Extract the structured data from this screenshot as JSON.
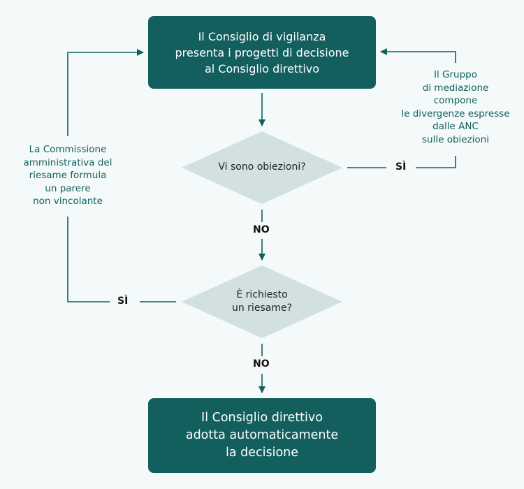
{
  "colors": {
    "background": "#f4f9fa",
    "box_fill": "#125f5d",
    "diamond_fill": "#d3e0e0",
    "line": "#125f5d",
    "note_text": "#125f5d"
  },
  "nodes": {
    "start": {
      "lines": [
        "Il Consiglio di vigilanza",
        "presenta i progetti di decisione",
        "al Consiglio direttivo"
      ]
    },
    "decision_objections": {
      "lines": [
        "Vi sono obiezioni?"
      ]
    },
    "decision_review": {
      "lines": [
        "È richiesto",
        "un riesame?"
      ]
    },
    "end": {
      "lines": [
        "Il Consiglio direttivo",
        "adotta automaticamente",
        "la decisione"
      ]
    }
  },
  "notes": {
    "mediation": {
      "lines": [
        "Il Gruppo",
        "di mediazione",
        "compone",
        "le divergenze espresse",
        "dalle ANC",
        "sulle obiezioni"
      ]
    },
    "review_board": {
      "lines": [
        "La Commissione",
        "amministrativa del",
        "riesame formula",
        "un parere",
        "non vincolante"
      ]
    }
  },
  "edge_labels": {
    "objections_yes": "SÌ",
    "objections_no": "NO",
    "review_yes": "SÌ",
    "review_no": "NO"
  }
}
